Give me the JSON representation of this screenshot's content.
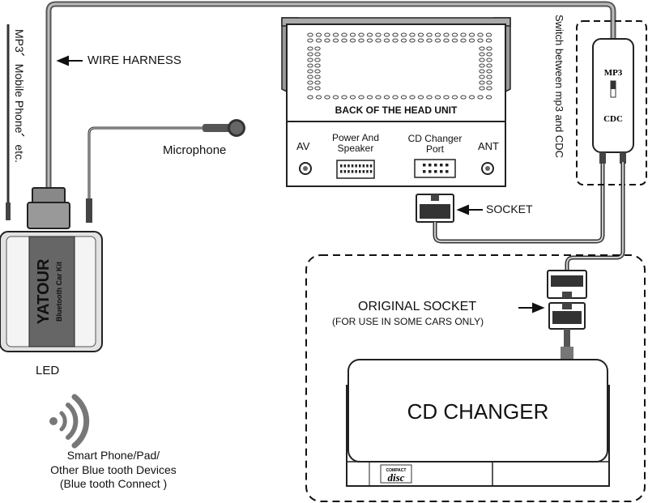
{
  "labels": {
    "wire_harness": "WIRE HARNESS",
    "microphone": "Microphone",
    "led": "LED",
    "mobile_devices": "MP3、Mobile Phone、etc.",
    "switch_note": "Switch between mp3 and CDC",
    "head_unit": "BACK OF THE HEAD UNIT",
    "av": "AV",
    "power_speaker_line1": "Power And",
    "power_speaker_line2": "Speaker",
    "cd_port_line1": "CD Changer",
    "cd_port_line2": "Port",
    "ant": "ANT",
    "socket": "SOCKET",
    "original_socket": "ORIGINAL SOCKET",
    "original_socket_note": "(FOR USE IN SOME CARS ONLY)",
    "cd_changer": "CD CHANGER",
    "bluetooth_line1": "Smart Phone/Pad/",
    "bluetooth_line2": "Other Blue tooth Devices",
    "bluetooth_line3": "(Blue tooth Connect )"
  },
  "device": {
    "brand": "YATOUR",
    "model": "Bluetooth Car Kit"
  },
  "switch": {
    "top": "MP3",
    "bottom": "CDC"
  },
  "disc_logo": {
    "small": "COMPACT",
    "big": "disc"
  },
  "icons": {
    "bluetooth_signal": "wireless-signal-icon",
    "arrow": "left-arrow-icon"
  }
}
